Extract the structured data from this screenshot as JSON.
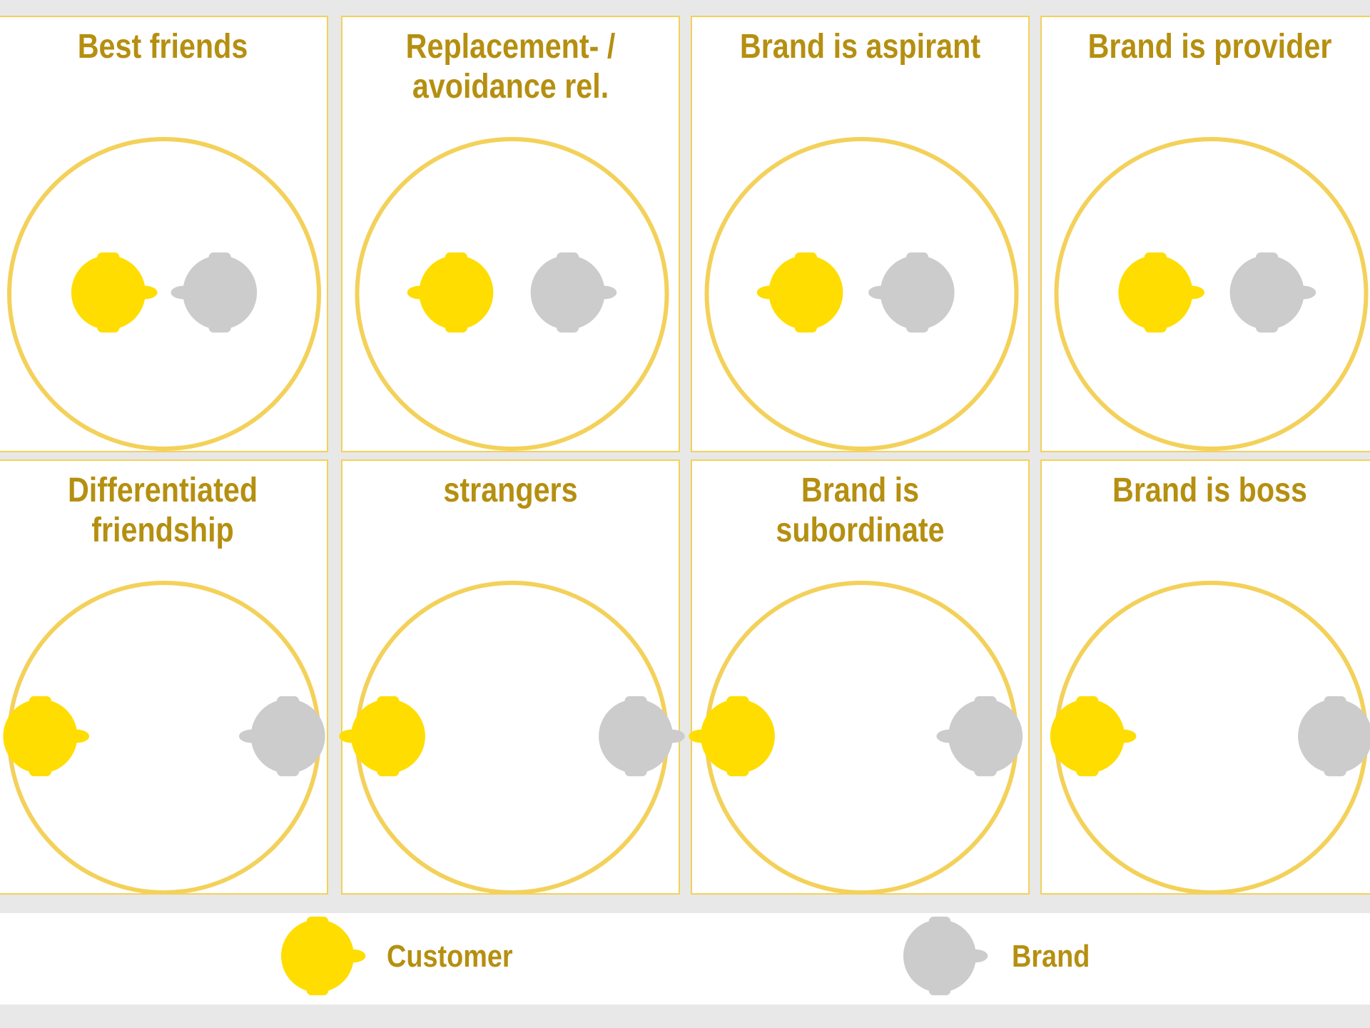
{
  "colors": {
    "customer": "#ffdd00",
    "brand": "#cccccc",
    "ring": "#f3d15a",
    "title": "#b58f10"
  },
  "panels": [
    {
      "title": "Best friends",
      "distance": "close",
      "customer_facing": "right",
      "brand_facing": "left"
    },
    {
      "title": "Replacement- /\navoidance rel.",
      "distance": "close",
      "customer_facing": "left",
      "brand_facing": "right"
    },
    {
      "title": "Brand is aspirant",
      "distance": "close",
      "customer_facing": "left",
      "brand_facing": "left"
    },
    {
      "title": "Brand is provider",
      "distance": "close",
      "customer_facing": "right",
      "brand_facing": "right"
    },
    {
      "title": "Differentiated\nfriendship",
      "distance": "far",
      "customer_facing": "right",
      "brand_facing": "left"
    },
    {
      "title": "strangers",
      "distance": "far",
      "customer_facing": "left",
      "brand_facing": "right"
    },
    {
      "title": "Brand is\nsubordinate",
      "distance": "far",
      "customer_facing": "left",
      "brand_facing": "left"
    },
    {
      "title": "Brand is boss",
      "distance": "far",
      "customer_facing": "right",
      "brand_facing": "right"
    }
  ],
  "legend": {
    "customer_label": "Customer",
    "brand_label": "Brand"
  }
}
